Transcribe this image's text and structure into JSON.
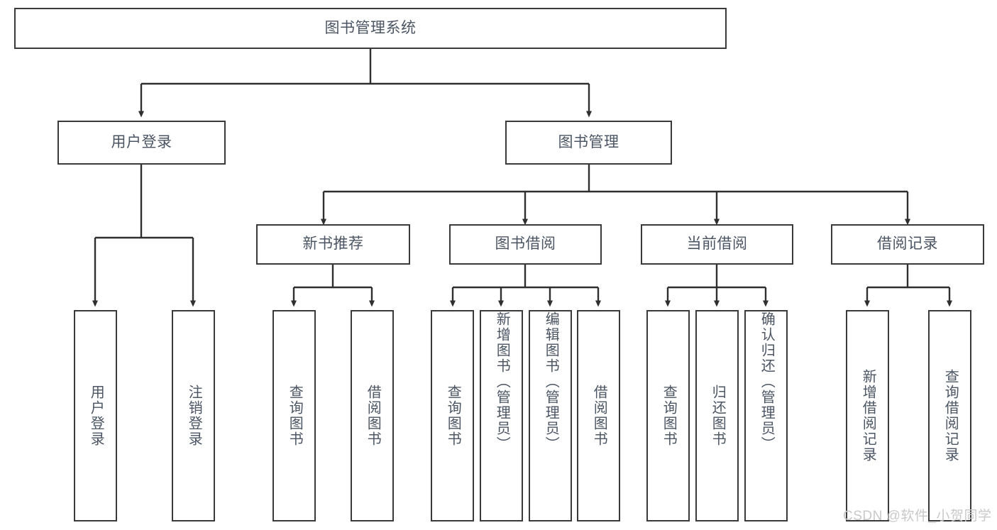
{
  "diagram": {
    "title": "图书管理系统",
    "type": "tree-hierarchy",
    "colors": {
      "box_border": "#3a3a3a",
      "box_fill": "#ffffff",
      "text": "#4b5563",
      "connector": "#2f2f2f",
      "watermark": "#c9c9c9"
    },
    "root": {
      "label": "图书管理系统"
    },
    "level1": [
      {
        "label": "用户登录"
      },
      {
        "label": "图书管理"
      }
    ],
    "level2": [
      {
        "label": "新书推荐"
      },
      {
        "label": "图书借阅"
      },
      {
        "label": "当前借阅"
      },
      {
        "label": "借阅记录"
      }
    ],
    "leaves": {
      "user_login": [
        {
          "label": "用户登录"
        },
        {
          "label": "注销登录"
        }
      ],
      "new_book_recommend": [
        {
          "label": "查询图书"
        },
        {
          "label": "借阅图书"
        }
      ],
      "book_borrow": [
        {
          "label": "查询图书"
        },
        {
          "label": "新增图书（管理员）"
        },
        {
          "label": "编辑图书（管理员）"
        },
        {
          "label": "借阅图书"
        }
      ],
      "current_borrow": [
        {
          "label": "查询图书"
        },
        {
          "label": "归还图书"
        },
        {
          "label": "确认归还（管理员）"
        }
      ],
      "borrow_record": [
        {
          "label": "新增借阅记录"
        },
        {
          "label": "查询借阅记录"
        }
      ]
    }
  },
  "watermark": {
    "text": "CSDN @软件_小贺同学"
  }
}
